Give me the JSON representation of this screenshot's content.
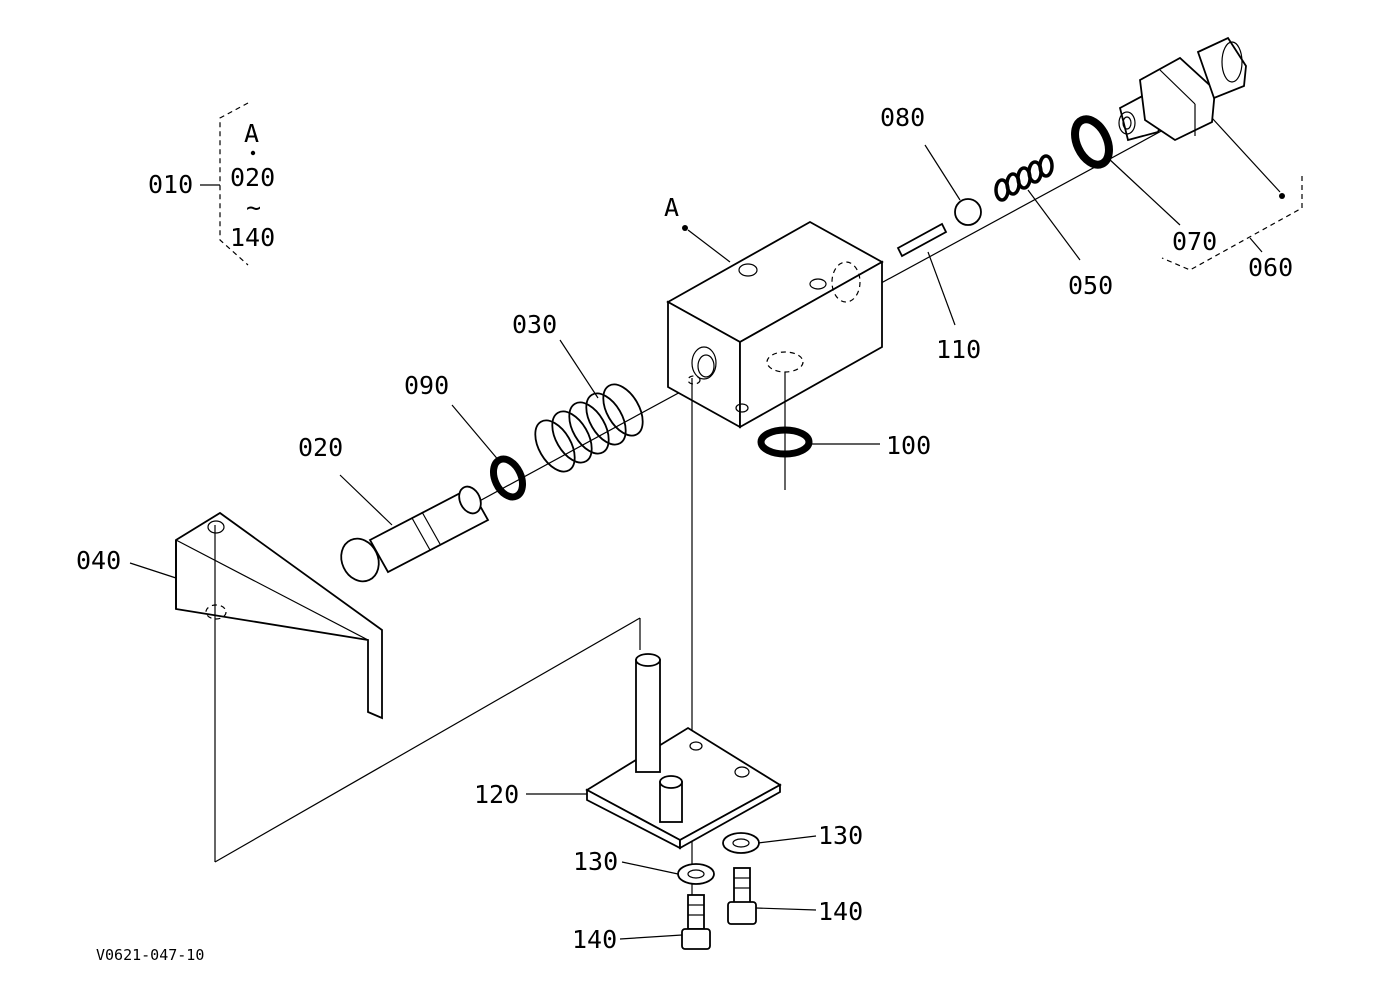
{
  "diagram": {
    "drawing_code": "V0621-047-10",
    "assembly": {
      "label": "010",
      "detail_marker": "A",
      "range_start": "020",
      "range_sep": "~",
      "range_end": "140"
    },
    "block_marker": "A",
    "parts": {
      "p020": "020",
      "p030": "030",
      "p040": "040",
      "p050": "050",
      "p060": "060",
      "p070": "070",
      "p080": "080",
      "p090": "090",
      "p100": "100",
      "p110": "110",
      "p120": "120",
      "p130a": "130",
      "p130b": "130",
      "p140a": "140",
      "p140b": "140"
    }
  }
}
